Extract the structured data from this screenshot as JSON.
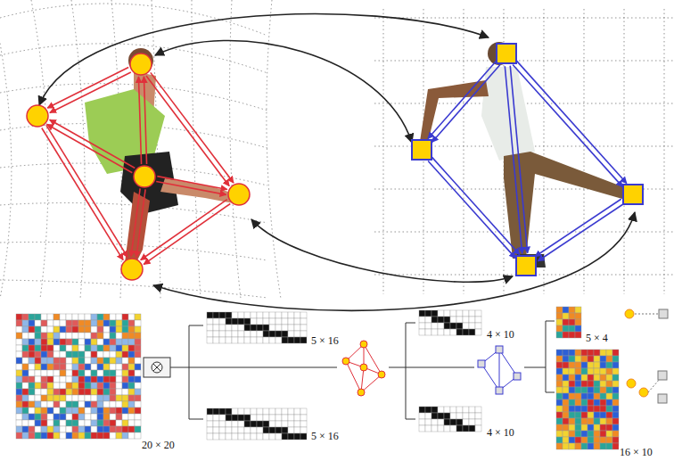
{
  "diagram": {
    "labels": [
      "20 × 20",
      "5 × 16",
      "5 × 16",
      "4 × 10",
      "4 × 10",
      "5 × 4",
      "16 × 10"
    ]
  }
}
